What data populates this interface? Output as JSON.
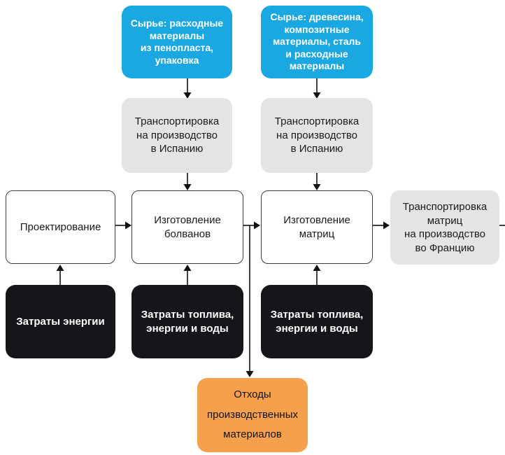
{
  "diagram": {
    "description": "Life-cycle flowchart of mold production",
    "palette": {
      "raw_materials": "#1AA7E2",
      "transport": "#E4E4E5",
      "process_fill": "#FFFFFF",
      "process_border": "#3B3B3B",
      "costs": "#16161A",
      "waste": "#F5A04C",
      "arrow": "#111111"
    },
    "nodes": {
      "raw_foam": {
        "label": "Сырье: расходные\nматериалы\nиз пенопласта,\nупаковка"
      },
      "raw_wood": {
        "label": "Сырье: древесина,\nкомпозитные\nматериалы, сталь\nи расходные\nматериалы"
      },
      "transport_spain_left": {
        "label": "Транспортировка\nна производство\nв Испанию"
      },
      "transport_spain_right": {
        "label": "Транспортировка\nна производство\nв Испанию"
      },
      "design": {
        "label": "Проектирование"
      },
      "blanks_production": {
        "label": "Изготовление\nболванов"
      },
      "molds_production": {
        "label": "Изготовление\nматриц"
      },
      "transport_france": {
        "label": "Транспортировка\nматриц\nна производство\nво Францию"
      },
      "energy_costs": {
        "label": "Затраты энергии"
      },
      "fuel_energy_water_left": {
        "label": "Затраты топлива,\nэнергии и воды"
      },
      "fuel_energy_water_right": {
        "label": "Затраты топлива,\nэнергии и воды"
      },
      "production_waste": {
        "label": "Отходы\nпроизводственных\nматериалов"
      }
    }
  }
}
